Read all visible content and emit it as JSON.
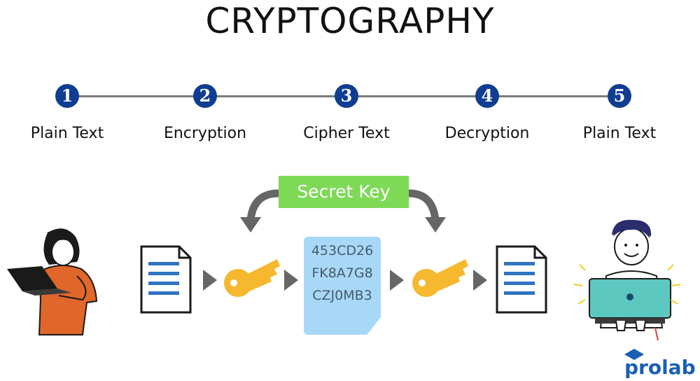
{
  "title": "CRYPTOGRAPHY",
  "steps": [
    {
      "number": "1",
      "label": "Plain Text"
    },
    {
      "number": "2",
      "label": "Encryption"
    },
    {
      "number": "3",
      "label": "Cipher Text"
    },
    {
      "number": "4",
      "label": "Decryption"
    },
    {
      "number": "5",
      "label": "Plain Text"
    }
  ],
  "secret_key_label": "Secret Key",
  "cipher_text": [
    "453CD26",
    "FK8A7G8",
    "CZJ0MB3"
  ],
  "logo": {
    "text": "prolab"
  },
  "icons": [
    "woman-with-laptop-icon",
    "document-icon",
    "arrow-right-icon",
    "key-icon",
    "curved-arrow-icon",
    "man-with-laptop-icon"
  ],
  "colors": {
    "step_circle": "#0f3d92",
    "connector": "#7b7b7b",
    "secret_key_bg": "#7ed957",
    "cipher_bg": "#a8d8f8",
    "key": "#f5b82e",
    "arrow": "#666666",
    "woman_top": "#e0662a",
    "man_laptop": "#5cc8c0",
    "logo": "#1a5fb4"
  }
}
